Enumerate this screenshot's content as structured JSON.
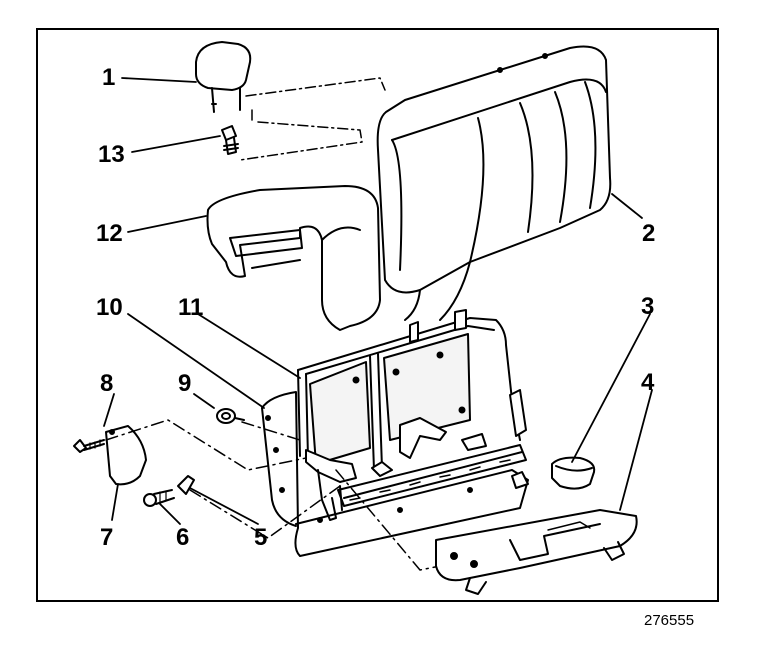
{
  "diagram": {
    "callouts": {
      "c1": "1",
      "c2": "2",
      "c3": "3",
      "c4": "4",
      "c5": "5",
      "c6": "6",
      "c7": "7",
      "c8": "8",
      "c9": "9",
      "c10": "10",
      "c11": "11",
      "c12": "12",
      "c13": "13"
    },
    "figure_number": "276555"
  },
  "colors": {
    "line": "#000000",
    "paper": "#ffffff",
    "shade": "#d8d8d8"
  }
}
